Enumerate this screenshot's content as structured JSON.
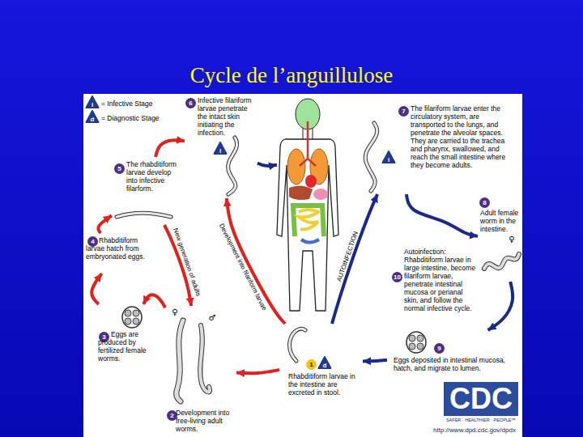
{
  "diagram": {
    "title": "Cycle de l’anguillulose",
    "nodes": [
      {
        "text": [
          "1",
          "Rhabditiform larvae in the intestine are excreted in stool."
        ]
      },
      {
        "text": [
          "2",
          "Development into free-living adult worms."
        ]
      },
      {
        "text": [
          "3",
          "Eggs are produced by fertilized female worms."
        ]
      },
      {
        "text": [
          "4",
          "Rhabditiform larvae hatch from embryonated eggs."
        ]
      },
      {
        "text": [
          "5",
          "The rhabditiform larvae develop into infective filarform."
        ]
      },
      {
        "text": [
          "6",
          "Infective filariform larvae penetrate the intact skin initiating the infection."
        ]
      },
      {
        "text": [
          "7",
          "The filariform larvae enter the circulatory system, are transported to the lungs, and penetrate the alveolar spaces. They are carried to the trachea and pharynx, swallowed, and reach the small intestine where they become adults."
        ]
      },
      {
        "text": [
          "8",
          "Adult female worm in the intestine."
        ]
      },
      {
        "text": [
          "9",
          "Eggs deposited in intestinal mucosa, hatch, and migrate to lumen."
        ]
      },
      {
        "text": [
          "10",
          "Autoinfection: Rhabditiform larvae in large intestine, become filariform larvae, penetrate intestinal mucosa or perianal skin, and follow the normal infective cycle."
        ]
      }
    ],
    "edges": [
      {
        "from": 0,
        "to": 1,
        "arrow": "to"
      },
      {
        "from": 1,
        "to": 2,
        "arrow": "to"
      },
      {
        "from": 2,
        "to": 3,
        "arrow": "to"
      },
      {
        "from": 3,
        "to": 4,
        "arrow": "to"
      },
      {
        "from": 4,
        "to": 5,
        "arrow": "to"
      },
      {
        "from": 0,
        "to": 5,
        "label": "Development into filariform larvae",
        "arrow": "to"
      },
      {
        "from": 4,
        "to": 1,
        "label": "New generation of adults",
        "arrow": "to"
      },
      {
        "from": 5,
        "to": 6,
        "arrow": "to"
      },
      {
        "from": 6,
        "to": 7,
        "arrow": "to"
      },
      {
        "from": 7,
        "to": 8,
        "arrow": "to"
      },
      {
        "from": 8,
        "to": 0,
        "arrow": "to"
      },
      {
        "from": 0,
        "to": 6,
        "label": "AUTOINFECTION",
        "arrow": "to"
      }
    ],
    "labels": [
      "i",
      "d",
      "i",
      "i",
      "d",
      "♀",
      "♂",
      "♀",
      "CDC",
      "SAFER · HEALTHIER · PEOPLE™",
      "http://www.dpd.cdc.gov/dpdx"
    ],
    "legend": [
      {
        "text": "= Infective Stage"
      },
      {
        "text": "= Diagnostic Stage"
      }
    ]
  }
}
